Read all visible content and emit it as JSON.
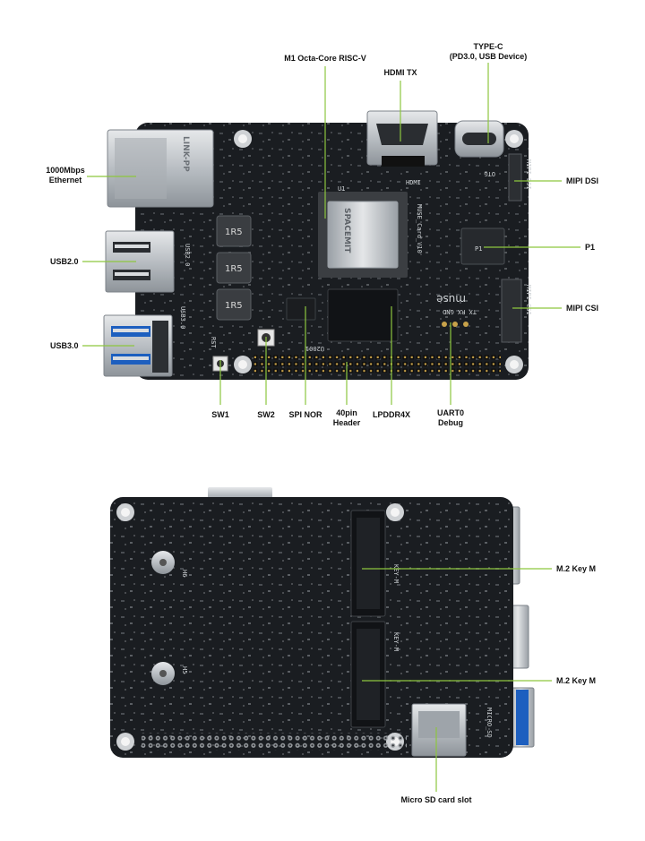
{
  "labels": {
    "cpu": "M1 Octa-Core RISC-V",
    "hdmi": "HDMI TX",
    "typec_line1": "TYPE-C",
    "typec_line2": "(PD3.0, USB Device)",
    "eth_line1": "1000Mbps",
    "eth_line2": "Ethernet",
    "dsi": "MIPI DSI",
    "usb2": "USB2.0",
    "p1": "P1",
    "csi": "MIPI CSI",
    "usb3": "USB3.0",
    "sw1": "SW1",
    "sw2": "SW2",
    "spinor": "SPI NOR",
    "header_line1": "40pin",
    "header_line2": "Header",
    "lpddr": "LPDDR4X",
    "uart_line1": "UART0",
    "uart_line2": "Debug",
    "m2_top": "M.2 Key M",
    "m2_bottom": "M.2 Key M",
    "sd": "Micro SD card slot"
  },
  "silkscreen": {
    "board_name": "MUSE_Card_V10",
    "brand": "muse",
    "uart_pins": "TX RX GND",
    "chip_brand": "SPACEMIT",
    "ram_marks": [
      "1R5",
      "1R5",
      "1R5"
    ],
    "usb2_silk": "USB2.0",
    "usb3_silk": "USB3.0",
    "csi_silk": "MIPI CSI",
    "dsi_silk": "MIPI DSI",
    "otg_silk": "OTG",
    "rst_silk": "RST",
    "p1_silk": "P1",
    "u1_silk": "U1",
    "key_m_silk": "KEY-M",
    "sd_silk": "MICRO_SD",
    "h6_silk": "H6",
    "h5_silk": "H5",
    "u2001_silk": "U2001",
    "hdmi_silk": "HDMI",
    "eth_brand": "LINK-PP"
  },
  "colors": {
    "pcb": "#1a1d21",
    "leader": "#8dc63f",
    "metal": "#c9cdd1",
    "gold": "#c8a24a"
  }
}
